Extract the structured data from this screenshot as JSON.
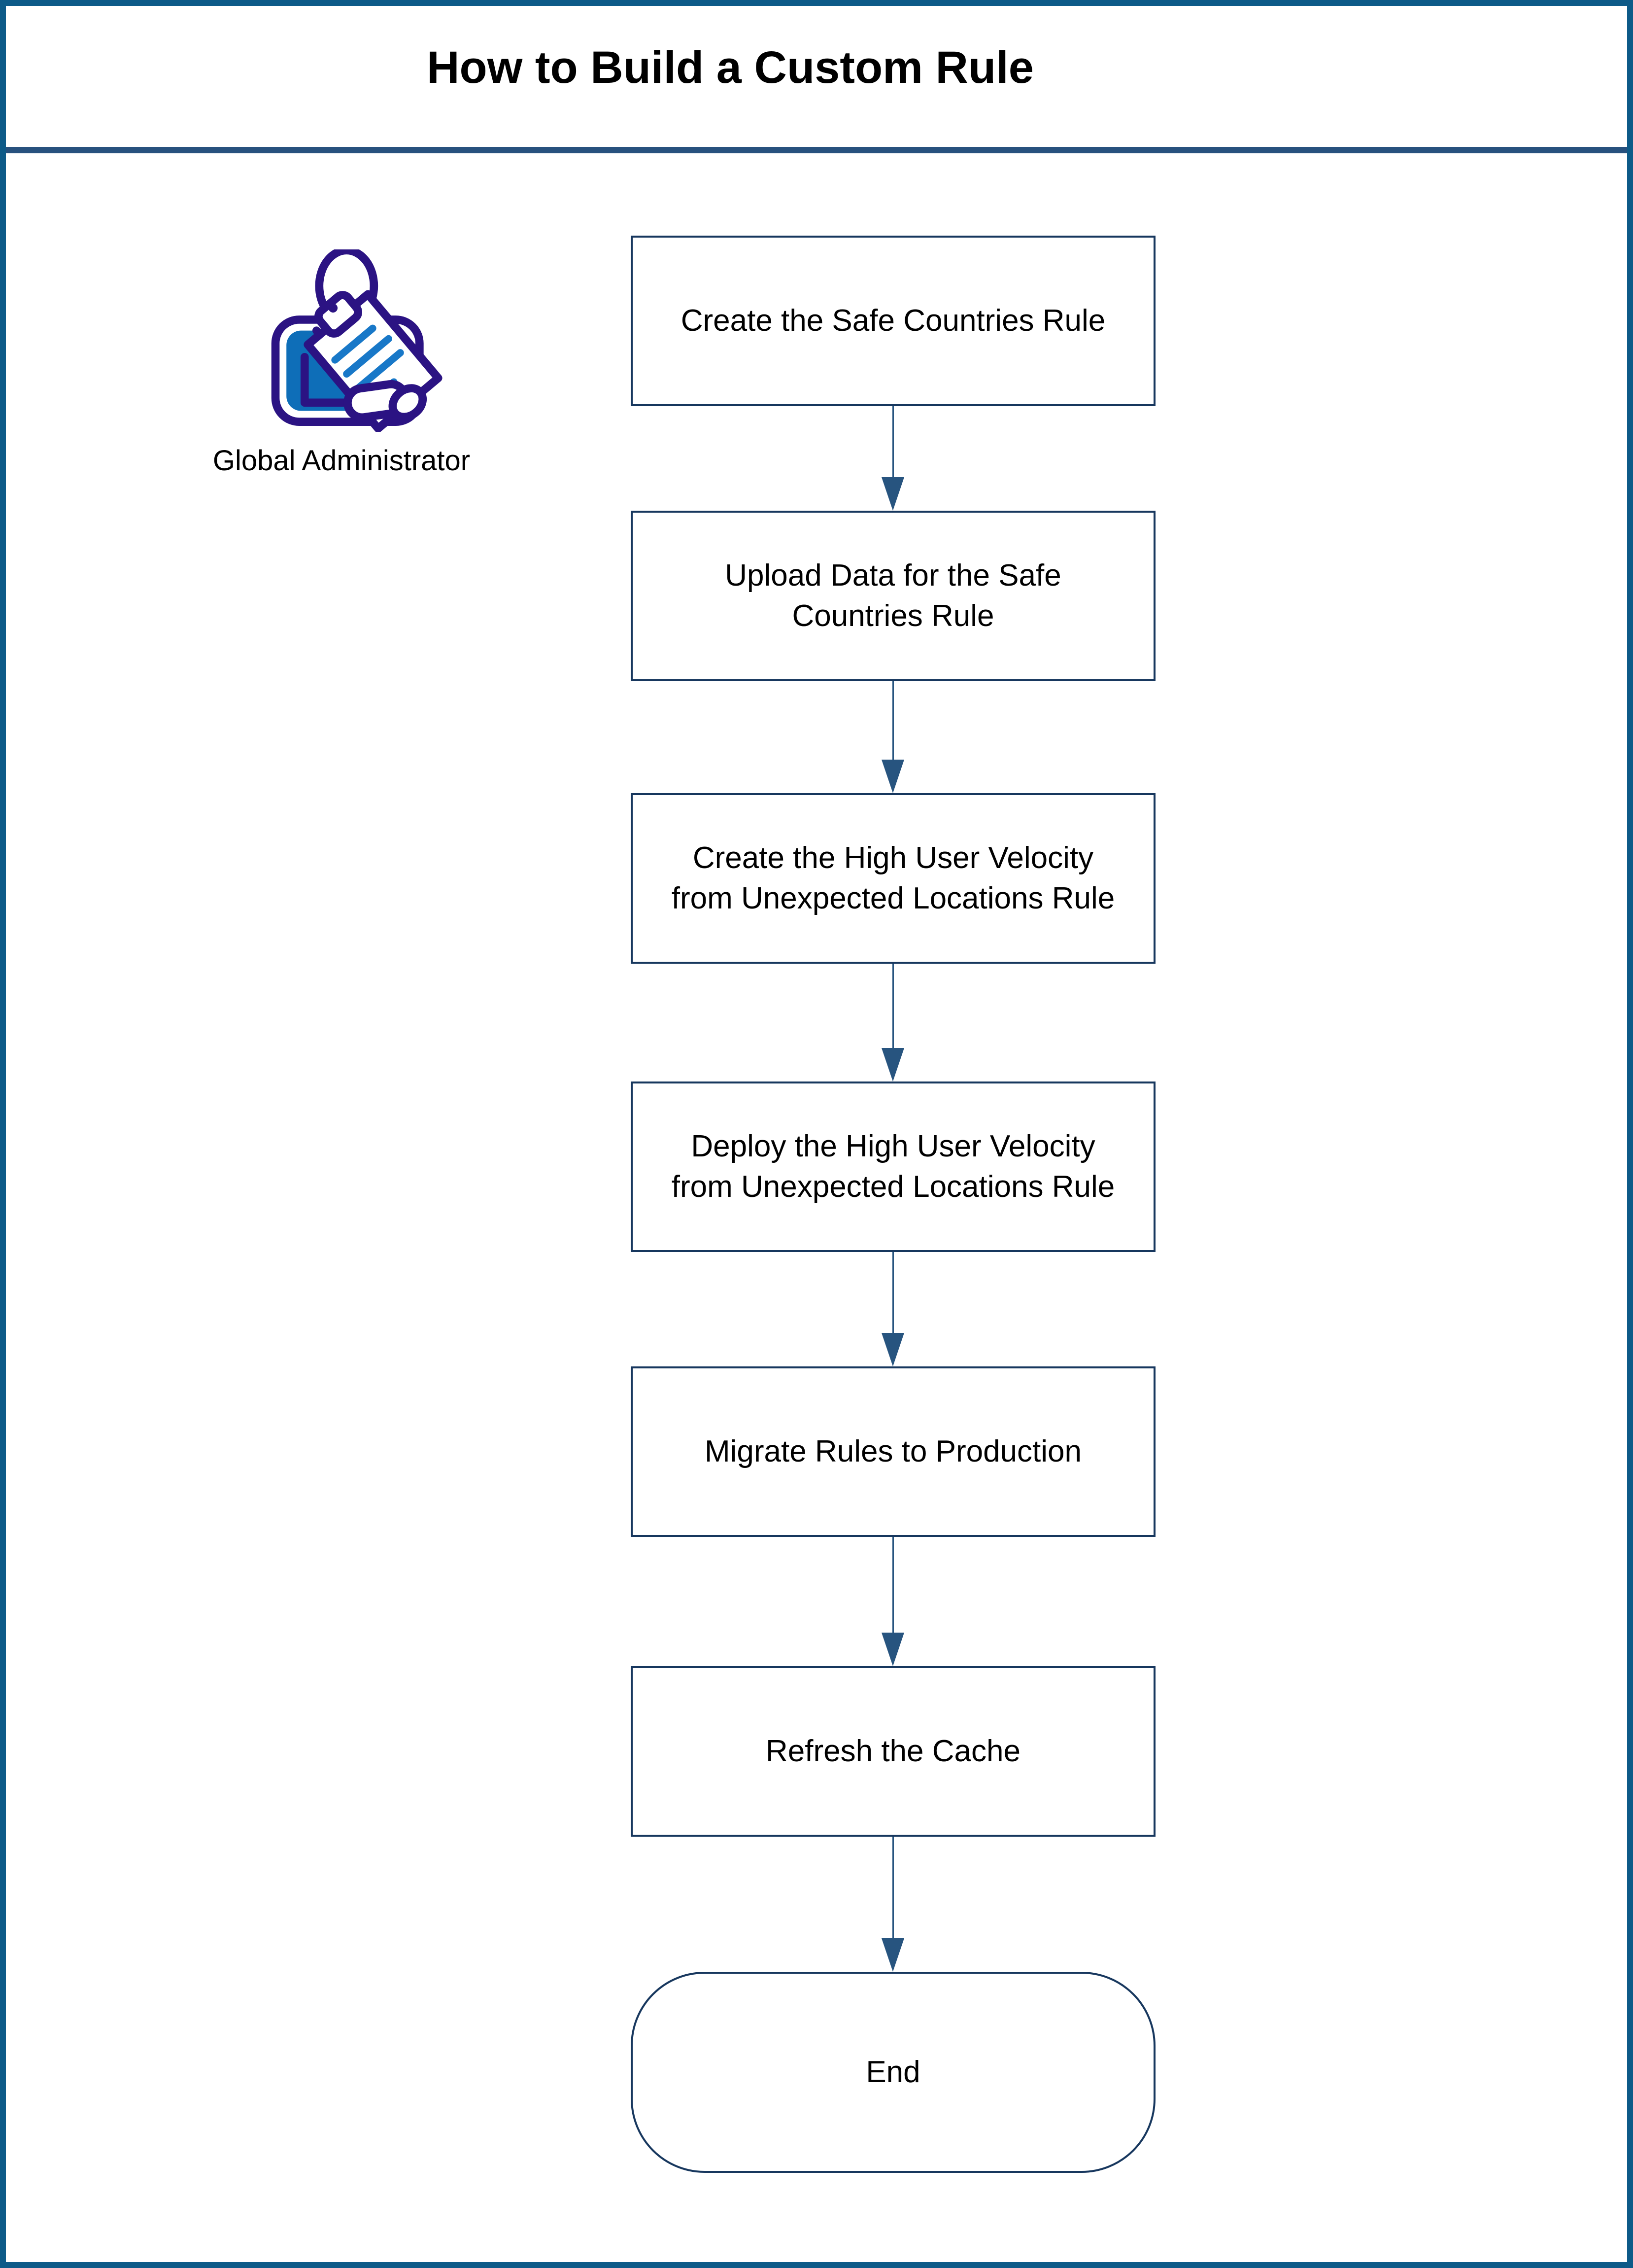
{
  "title": "How to Build a Custom Rule",
  "actor": {
    "label": "Global Administrator",
    "icon": "global-administrator-icon"
  },
  "flow": {
    "steps": [
      {
        "label": "Create the Safe Countries Rule",
        "shape": "rectangle"
      },
      {
        "label": "Upload Data for the Safe Countries Rule",
        "shape": "rectangle"
      },
      {
        "label": "Create the High User Velocity from Unexpected Locations Rule",
        "shape": "rectangle"
      },
      {
        "label": "Deploy the High User Velocity from Unexpected Locations Rule",
        "shape": "rectangle"
      },
      {
        "label": "Migrate Rules to Production",
        "shape": "rectangle"
      },
      {
        "label": "Refresh the Cache",
        "shape": "rectangle"
      },
      {
        "label": "End",
        "shape": "terminator"
      }
    ],
    "connector_icon": "arrow-down-icon"
  },
  "colors": {
    "outer_border": "#0D5A88",
    "divider": "#27517E",
    "box_border": "#17375E",
    "arrow": "#27547F",
    "text": "#000000",
    "icon_outline": "#2B1383",
    "icon_shirt": "#0E6EB8",
    "icon_lines": "#1878C8",
    "background": "#FFFFFF"
  }
}
